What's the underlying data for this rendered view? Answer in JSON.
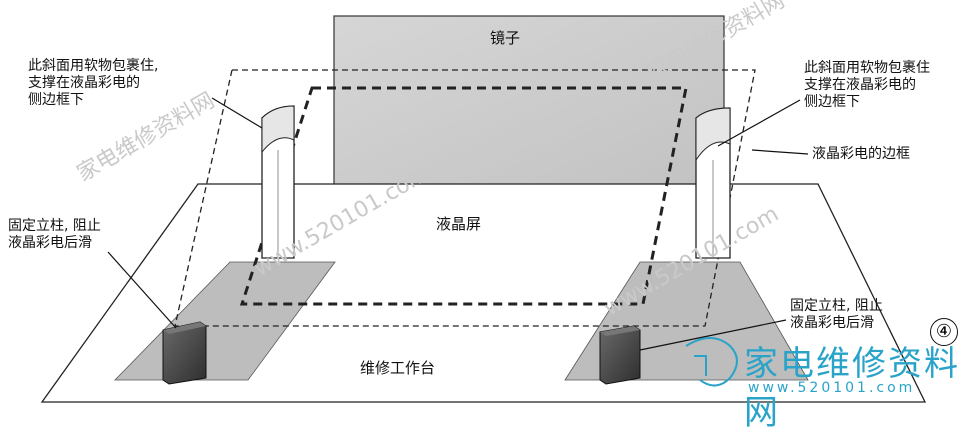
{
  "labels": {
    "mirror": "镜子",
    "lcd_screen": "液晶屏",
    "workbench": "维修工作台",
    "slope_left": "此斜面用软物包裹住,\n支撑在液晶彩电的\n侧边框下",
    "slope_right": "此斜面用软物包裹住\n支撑在液晶彩电的\n侧边框下",
    "tv_frame": "液晶彩电的边框",
    "post_left": "固定立柱, 阻止\n液晶彩电后滑",
    "post_right": "固定立柱, 阻止\n液晶彩电后滑"
  },
  "figure_number": "④",
  "watermark": {
    "logo_text": "家电维修资料网",
    "url": "www.520101.com",
    "faint_site_text": "家电维修资料网",
    "faint_url": "www.520101.com"
  },
  "colors": {
    "mirror_fill": "#cfcfcf",
    "pad_fill": "#bdbdbd",
    "post_fill": "#4a4a4a",
    "logo_color": "#2aa3c8",
    "line_color": "#111111"
  }
}
